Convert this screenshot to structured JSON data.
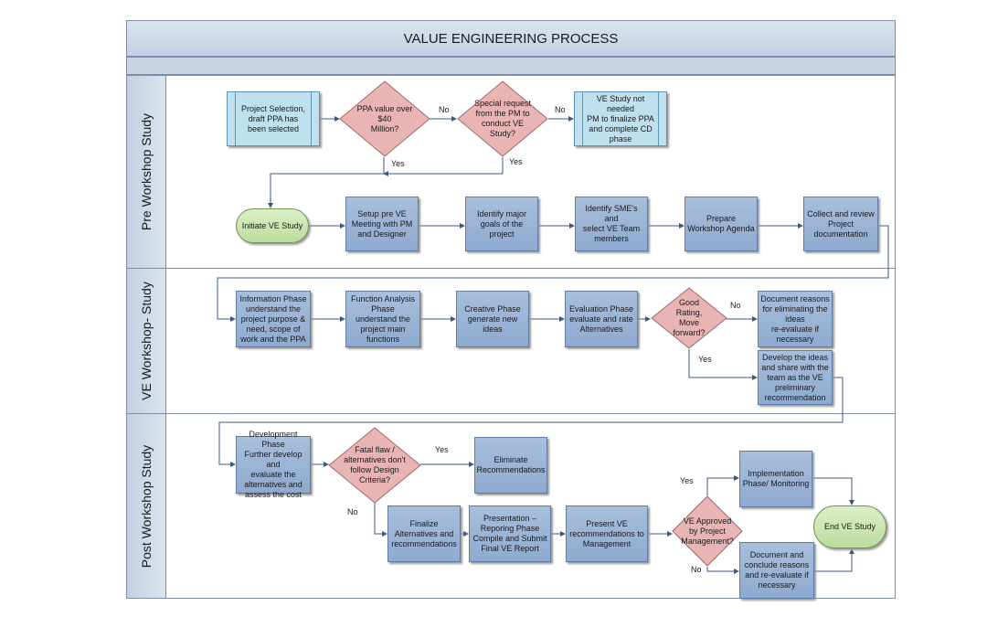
{
  "title": "VALUE ENGINEERING PROCESS",
  "lanes": {
    "pre": "Pre Workshop Study",
    "workshop": "VE Workshop- Study",
    "post": "Post Workshop Study"
  },
  "nodes": {
    "project_selection": "Project Selection,\ndraft PPA has\nbeen selected",
    "ppa_value": "PPA value over $40\nMillion?",
    "special_request": "Special request\nfrom the PM to\nconduct VE Study?",
    "not_needed": "VE Study not\nneeded\nPM to finalize PPA\nand complete CD\nphase",
    "initiate": "Initiate VE Study",
    "setup": "Setup pre VE\nMeeting with PM\nand Designer",
    "goals": "Identify major\ngoals of the project",
    "smes": "Identify SME's and\nselect VE Team\nmembers",
    "agenda": "Prepare\nWorkshop Agenda",
    "collect": "Collect and review\nProject\ndocumentation",
    "information": "Information Phase\nunderstand the\nproject purpose &\nneed, scope of\nwork and the PPA",
    "function": "Function Analysis\nPhase\nunderstand the\nproject main\nfunctions",
    "creative": "Creative Phase\ngenerate new\nideas",
    "evaluation": "Evaluation Phase\nevaluate and rate\nAlternatives",
    "good_rating": "Good Rating,\nMove forward?",
    "document_reasons": "Document reasons\nfor eliminating the\nideas\nre-evaluate if\nnecessary",
    "develop_ideas": "Develop the ideas\nand share with the\nteam as the VE\npreliminary\nrecommendation",
    "development": "Development Phase\nFurther develop and\nevaluate the\nalternatives and\nassess the cost",
    "fatal_flaw": "Fatal flaw /\nalternatives don't\nfollow Design\nCriteria?",
    "eliminate": "Eliminate\nRecommendations",
    "finalize": "Finalize\nAlternatives and\nrecommendations",
    "presentation": "Presentation –\nReporing Phase\nCompile and Submit\nFinal VE Report",
    "present_ve": "Present VE\nrecommendations to\nManagement",
    "approved": "VE Approved\nby Project\nManagement?",
    "implementation": "Implementation\nPhase/ Monitoring",
    "document_conclude": "Document and\nconclude reasons\nand re-evaluate if\nnecessary",
    "end": "End VE Study"
  },
  "labels": {
    "yes": "Yes",
    "no": "No"
  },
  "colors": {
    "process": "#9bb5d6",
    "predefined": "#bfe0ee",
    "decision": "#e8b4b4",
    "terminal": "#cfe8b8",
    "line": "#3e5a80"
  }
}
